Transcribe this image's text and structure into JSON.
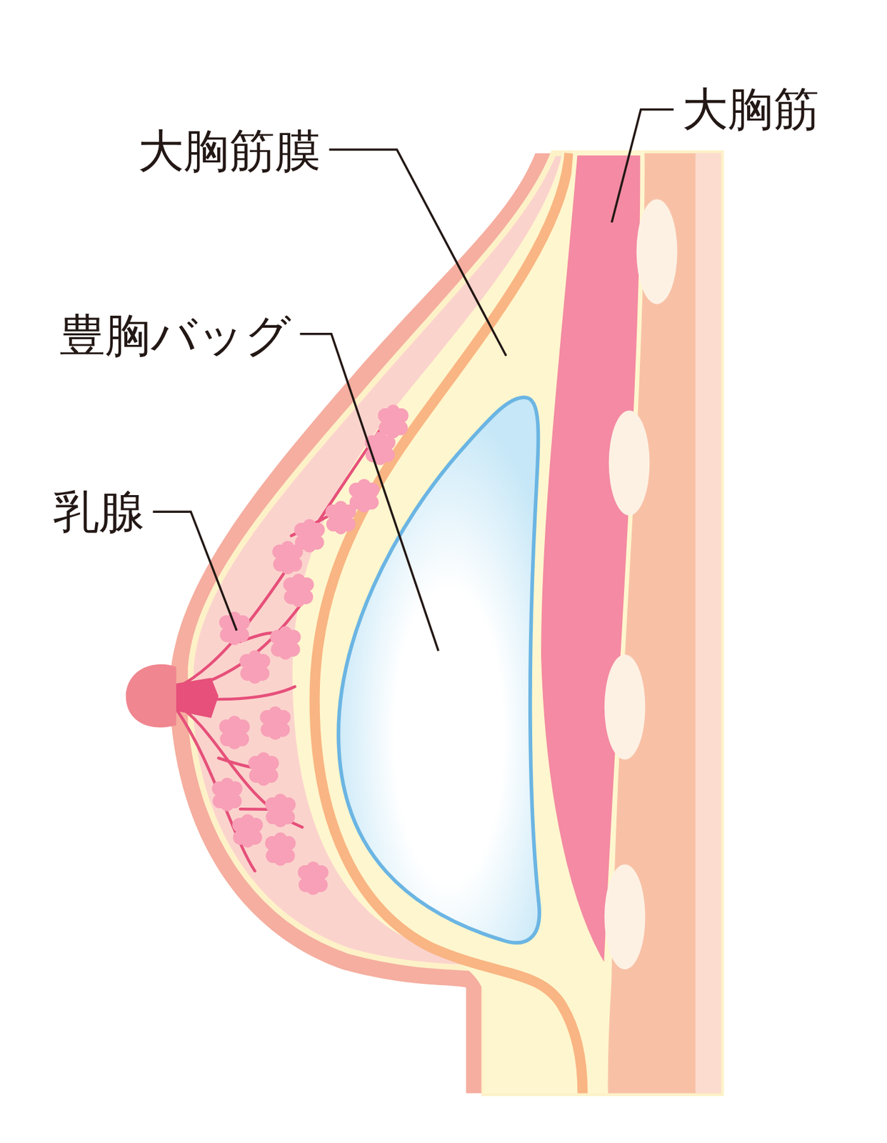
{
  "diagram": {
    "labels": [
      "大胸筋",
      "大胸筋膜",
      "豊胸バッグ",
      "乳腺"
    ]
  }
}
